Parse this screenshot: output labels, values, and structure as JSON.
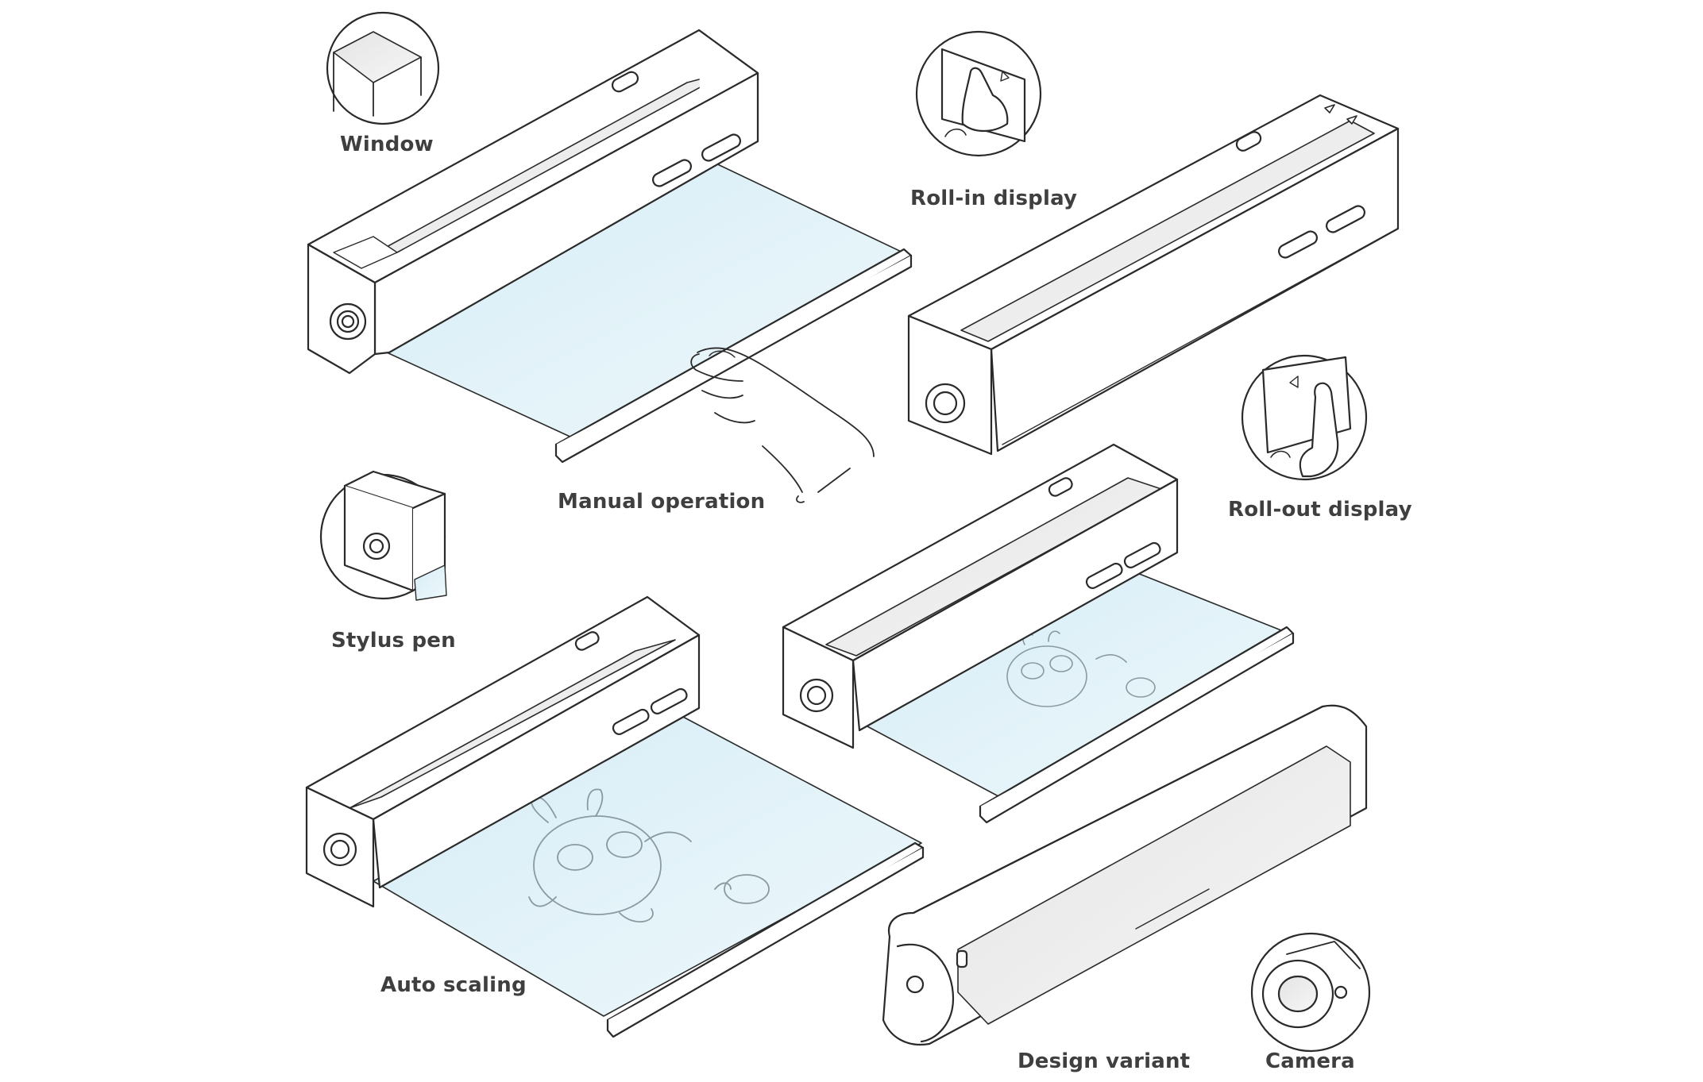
{
  "labels": {
    "window": "Window",
    "roll_in_display": "Roll-in display",
    "manual_operation": "Manual operation",
    "roll_out_display": "Roll-out display",
    "stylus_pen": "Stylus pen",
    "auto_scaling": "Auto scaling",
    "design_variant": "Design variant",
    "camera": "Camera"
  },
  "colors": {
    "line": "#2a2a2a",
    "screen": "#dff1f8",
    "screen_edge": "#bfe1ee",
    "panel": "#efefef",
    "label": "#3f3f3f",
    "drawing": "#8a9aa0"
  }
}
